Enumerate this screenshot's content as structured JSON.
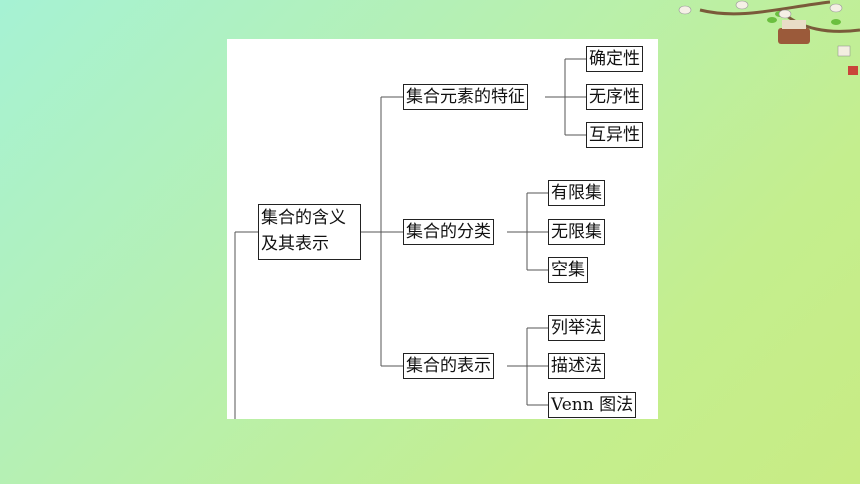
{
  "diagram": {
    "root": {
      "line1": "集合的含义",
      "line2": "及其表示"
    },
    "branches": [
      {
        "label": "集合元素的特征",
        "children": [
          "确定性",
          "无序性",
          "互异性"
        ]
      },
      {
        "label": "集合的分类",
        "children": [
          "有限集",
          "无限集",
          "空集"
        ]
      },
      {
        "label": "集合的表示",
        "children": [
          "列举法",
          "描述法",
          "Venn 图法"
        ]
      }
    ]
  },
  "colors": {
    "line": "#555555",
    "panel": "#ffffff",
    "border": "#222222"
  }
}
